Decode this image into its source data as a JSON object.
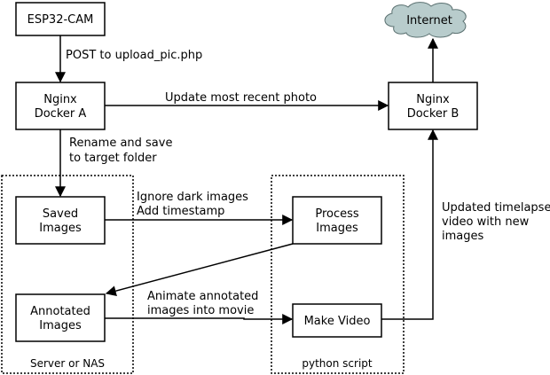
{
  "nodes": {
    "esp32": {
      "line1": "ESP32-CAM"
    },
    "docker_a": {
      "line1": "Nginx",
      "line2": "Docker A"
    },
    "docker_b": {
      "line1": "Nginx",
      "line2": "Docker B"
    },
    "internet": {
      "line1": "Internet"
    },
    "saved": {
      "line1": "Saved",
      "line2": "Images"
    },
    "process": {
      "line1": "Process",
      "line2": "Images"
    },
    "annotated": {
      "line1": "Annotated",
      "line2": "Images"
    },
    "make_video": {
      "line1": "Make Video"
    }
  },
  "edges": {
    "post": {
      "line1": "POST to upload_pic.php"
    },
    "update_photo": {
      "line1": "Update most recent photo"
    },
    "rename": {
      "line1": "Rename and save",
      "line2": "to target folder"
    },
    "ignore": {
      "line1": "Ignore dark images",
      "line2": "Add timestamp"
    },
    "animate": {
      "line1": "Animate annotated",
      "line2": "images into movie"
    },
    "timelapse": {
      "line1": "Updated timelapse",
      "line2": "video with new",
      "line3": "images"
    }
  },
  "groups": {
    "server": {
      "label": "Server or NAS"
    },
    "python": {
      "label": "python script"
    }
  },
  "colors": {
    "cloud_fill": "#b8cccc",
    "cloud_stroke": "#5a7070",
    "stroke": "#000000"
  }
}
